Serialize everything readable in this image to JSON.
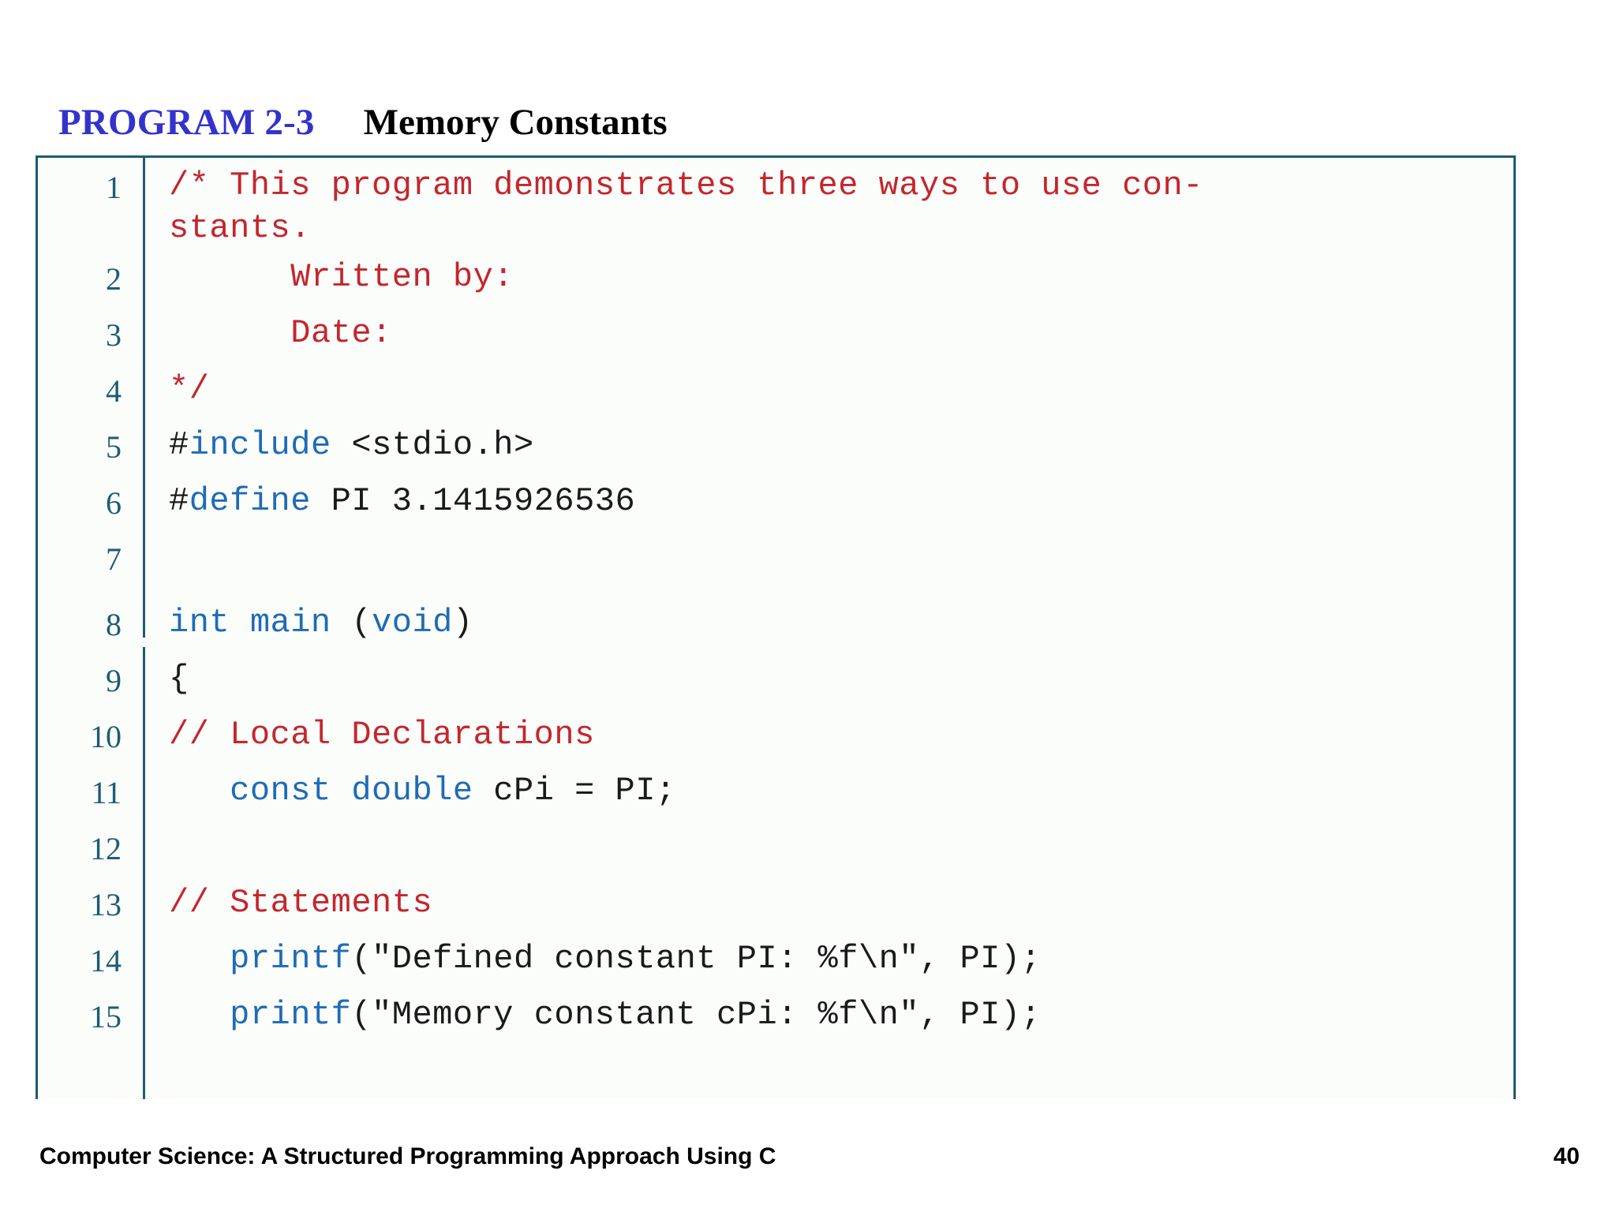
{
  "slide": {
    "title": {
      "program_label": "PROGRAM 2-3",
      "program_name": "Memory Constants"
    },
    "colors": {
      "program_label": "#3333cc",
      "box_border": "#1d5c72",
      "line_number": "#1d5c72",
      "comment": "#c4262e",
      "keyword": "#1f6bb5",
      "plain_code": "#1a1a1a"
    }
  },
  "code": {
    "lines": [
      {
        "number": "1",
        "text": "/* This program demonstrates three ways to use constants.",
        "segments": [
          {
            "kind": "cm",
            "text": "/* This program demonstrates three ways to use con-\nstants."
          }
        ]
      },
      {
        "number": "2",
        "text": "      Written by:",
        "segments": [
          {
            "kind": "cm",
            "text": "      Written by:"
          }
        ]
      },
      {
        "number": "3",
        "text": "      Date:",
        "segments": [
          {
            "kind": "cm",
            "text": "      Date:"
          }
        ]
      },
      {
        "number": "4",
        "text": "*/",
        "segments": [
          {
            "kind": "cm",
            "text": "*/"
          }
        ]
      },
      {
        "number": "5",
        "text": "#include <stdio.h>",
        "segments": [
          {
            "kind": "pl",
            "text": "#"
          },
          {
            "kind": "kw",
            "text": "include"
          },
          {
            "kind": "pl",
            "text": " <stdio.h>"
          }
        ]
      },
      {
        "number": "6",
        "text": "#define PI 3.1415926536",
        "segments": [
          {
            "kind": "pl",
            "text": "#"
          },
          {
            "kind": "kw",
            "text": "define"
          },
          {
            "kind": "pl",
            "text": " PI 3.1415926536"
          }
        ]
      },
      {
        "number": "7",
        "text": "",
        "segments": []
      },
      {
        "number": "8",
        "text": "int main (void)",
        "segments": [
          {
            "kind": "kw",
            "text": "int main"
          },
          {
            "kind": "pl",
            "text": " ("
          },
          {
            "kind": "kw",
            "text": "void"
          },
          {
            "kind": "pl",
            "text": ")"
          }
        ]
      },
      {
        "number": "9",
        "text": "{",
        "segments": [
          {
            "kind": "pl",
            "text": "{"
          }
        ]
      },
      {
        "number": "10",
        "text": "// Local Declarations",
        "segments": [
          {
            "kind": "cm",
            "text": "// Local Declarations"
          }
        ]
      },
      {
        "number": "11",
        "text": "   const double cPi = PI;",
        "segments": [
          {
            "kind": "pl",
            "text": "   "
          },
          {
            "kind": "kw",
            "text": "const double"
          },
          {
            "kind": "pl",
            "text": " cPi = PI;"
          }
        ]
      },
      {
        "number": "12",
        "text": "",
        "segments": []
      },
      {
        "number": "13",
        "text": "// Statements",
        "segments": [
          {
            "kind": "cm",
            "text": "// Statements"
          }
        ]
      },
      {
        "number": "14",
        "text": "   printf(\"Defined constant PI: %f\\n\", PI);",
        "segments": [
          {
            "kind": "pl",
            "text": "   "
          },
          {
            "kind": "kw",
            "text": "printf"
          },
          {
            "kind": "pl",
            "text": "(\"Defined constant PI: %f\\n\", PI);"
          }
        ]
      },
      {
        "number": "15",
        "text": "   printf(\"Memory constant cPi: %f\\n\", PI);",
        "segments": [
          {
            "kind": "pl",
            "text": "   "
          },
          {
            "kind": "kw",
            "text": "printf"
          },
          {
            "kind": "pl",
            "text": "(\"Memory constant cPi: %f\\n\", PI);"
          }
        ]
      }
    ],
    "section_break_after_line": "7"
  },
  "footer": {
    "book_title": "Computer Science: A Structured Programming Approach Using C",
    "page_number": "40"
  }
}
